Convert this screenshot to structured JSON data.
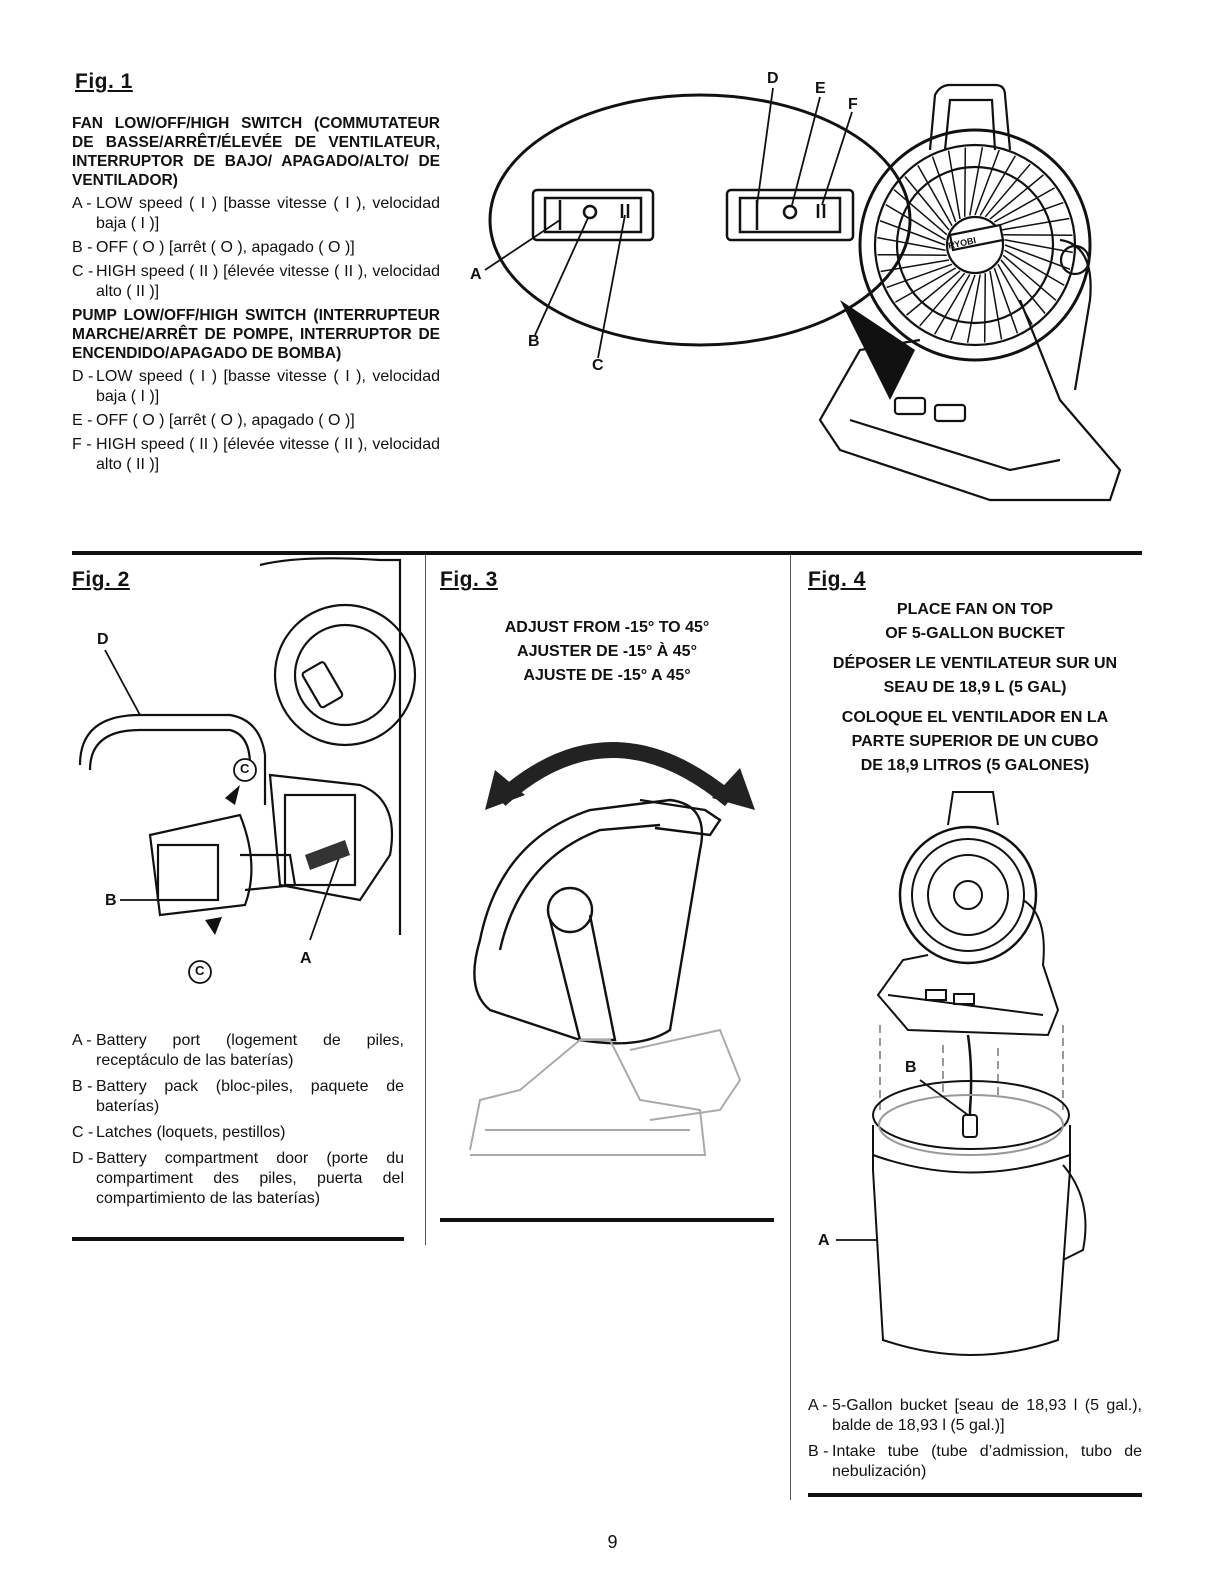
{
  "fig1": {
    "title": "Fig. 1",
    "fan_heading": "FAN LOW/OFF/HIGH SWITCH (COMMUTATEUR DE BASSE/ARRÊT/ÉLEVÉE DE VENTILATEUR, INTERRUPTOR DE BAJO/ APAGADO/ALTO/ DE VENTILADOR)",
    "fan_items": [
      {
        "label": "A -",
        "text": "LOW speed ( I ) [basse vitesse ( I ), velocidad baja ( I )]"
      },
      {
        "label": "B -",
        "text": "OFF ( O ) [arrêt ( O ), apagado ( O )]"
      },
      {
        "label": "C -",
        "text": "HIGH speed ( II ) [élevée vitesse ( II ), velocidad alto ( II )]"
      }
    ],
    "pump_heading": "PUMP LOW/OFF/HIGH SWITCH (INTERRUPTEUR MARCHE/ARRÊT DE POMPE, INTERRUPTOR DE ENCENDIDO/APAGADO DE BOMBA)",
    "pump_items": [
      {
        "label": "D -",
        "text": "LOW speed ( I ) [basse vitesse ( I ), velocidad baja ( I )]"
      },
      {
        "label": "E -",
        "text": "OFF ( O ) [arrêt ( O ), apagado ( O )]"
      },
      {
        "label": "F -",
        "text": "HIGH speed ( II ) [élevée vitesse ( II ), velocidad alto ( II )]"
      }
    ],
    "callouts": {
      "a": "A",
      "b": "B",
      "c": "C",
      "d": "D",
      "e": "E",
      "f": "F"
    },
    "brand": "RYOBI"
  },
  "fig2": {
    "title": "Fig. 2",
    "items": [
      {
        "label": "A -",
        "text": "Battery port (logement de piles, receptáculo de las baterías)"
      },
      {
        "label": "B -",
        "text": "Battery pack (bloc-piles, paquete de baterías)"
      },
      {
        "label": "C -",
        "text": "Latches (loquets, pestillos)"
      },
      {
        "label": "D -",
        "text": "Battery compartment door (porte du compartiment des piles, puerta del compartimiento de las baterías)"
      }
    ],
    "callouts": {
      "a": "A",
      "b": "B",
      "c": "C",
      "d": "D"
    }
  },
  "fig3": {
    "title": "Fig. 3",
    "lines": [
      "ADJUST FROM -15° TO 45°",
      "AJUSTER DE -15° À 45°",
      "AJUSTE DE -15° A 45°"
    ]
  },
  "fig4": {
    "title": "Fig. 4",
    "lines": [
      "PLACE FAN ON TOP",
      "OF 5-GALLON BUCKET",
      "DÉPOSER LE VENTILATEUR SUR UN",
      "SEAU DE 18,9 L (5 GAL)",
      "COLOQUE EL VENTILADOR EN LA",
      "PARTE SUPERIOR DE UN CUBO",
      "DE 18,9 LITROS (5 GALONES)"
    ],
    "items": [
      {
        "label": "A -",
        "text": "5-Gallon bucket [seau de 18,93 l (5 gal.), balde de 18,93 l (5 gal.)]"
      },
      {
        "label": "B -",
        "text": "Intake tube (tube d’admission, tubo de nebulización)"
      }
    ],
    "callouts": {
      "a": "A",
      "b": "B"
    }
  },
  "page_number": "9"
}
